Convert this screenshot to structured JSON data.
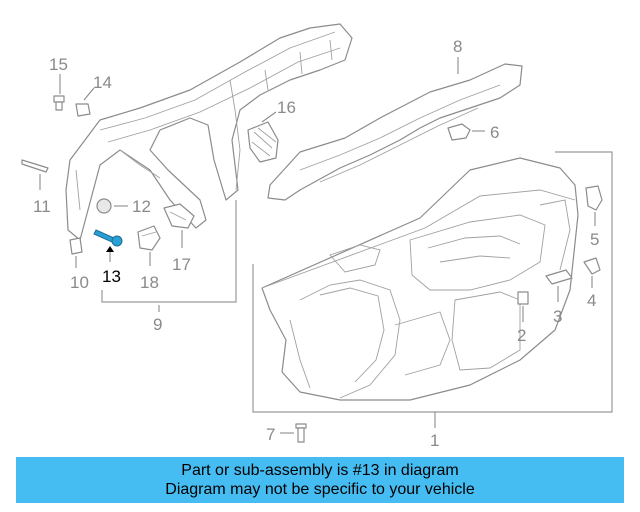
{
  "diagram": {
    "callouts": [
      "1",
      "2",
      "3",
      "4",
      "5",
      "6",
      "7",
      "8",
      "9",
      "10",
      "11",
      "12",
      "13",
      "14",
      "15",
      "16",
      "17",
      "18"
    ],
    "highlighted_callout": "13",
    "colors": {
      "lines": "#8c8c8c",
      "highlight_part": "#2a9fd6",
      "banner": "#46bdf2"
    }
  },
  "banner": {
    "line1": "Part or sub-assembly is #13 in diagram",
    "line2": "Diagram may not be specific to your vehicle"
  }
}
